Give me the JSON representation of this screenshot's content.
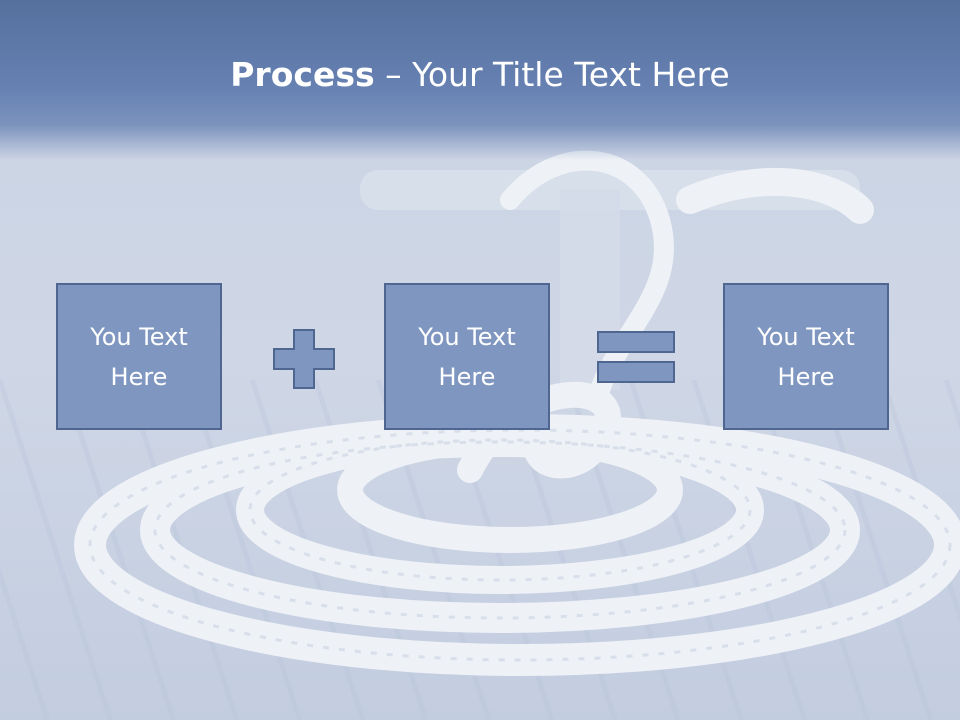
{
  "slide": {
    "title_bold": "Process",
    "title_rest": " – Your Title Text Here",
    "boxes": [
      {
        "text": "You Text Here"
      },
      {
        "text": "You Text Here"
      },
      {
        "text": "You Text Here"
      }
    ],
    "operators": [
      "plus-icon",
      "equals-icon"
    ],
    "colors": {
      "title_band": "#6681b2",
      "box_fill": "#7f97c0",
      "box_border": "#4f6690",
      "text": "#ffffff"
    }
  }
}
